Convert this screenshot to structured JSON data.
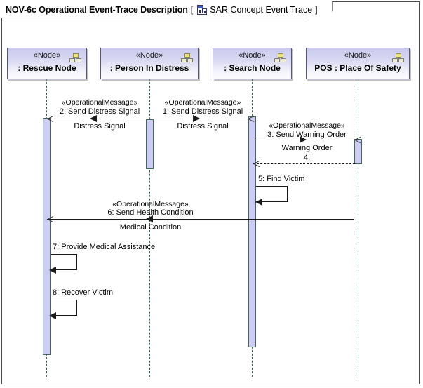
{
  "frame": {
    "title": "NOV-6c Operational Event-Trace Description",
    "bracket_open": "[",
    "bracket_close": "]",
    "subtitle": "SAR Concept Event Trace",
    "icon": "event-trace-diagram-icon"
  },
  "lifelines": [
    {
      "stereotype": "«Node»",
      "name": ": Rescue Node",
      "icon": "node-icon"
    },
    {
      "stereotype": "«Node»",
      "name": ": Person In Distress",
      "icon": "node-icon"
    },
    {
      "stereotype": "«Node»",
      "name": ": Search Node",
      "icon": "node-icon"
    },
    {
      "stereotype": "«Node»",
      "name": "POS : Place Of Safety",
      "icon": "node-icon"
    }
  ],
  "messages": [
    {
      "seq": "1",
      "stereotype": "«OperationalMessage»",
      "label": "1: Send Distress Signal",
      "signal": "Distress Signal",
      "from": "Person In Distress",
      "to": "Search Node",
      "kind": "synchronous",
      "direction": "right"
    },
    {
      "seq": "2",
      "stereotype": "«OperationalMessage»",
      "label": "2: Send Distress Signal",
      "signal": "Distress Signal",
      "from": "Person In Distress",
      "to": "Rescue Node",
      "kind": "synchronous",
      "direction": "left"
    },
    {
      "seq": "3",
      "stereotype": "«OperationalMessage»",
      "label": "3: Send Warning Order",
      "signal": "Warning Order",
      "from": "Search Node",
      "to": "POS : Place Of Safety",
      "kind": "synchronous",
      "direction": "right"
    },
    {
      "seq": "4",
      "stereotype": "",
      "label": "4:",
      "signal": "",
      "from": "POS : Place Of Safety",
      "to": "Search Node",
      "kind": "reply",
      "direction": "left"
    },
    {
      "seq": "5",
      "stereotype": "",
      "label": "5: Find Victim",
      "signal": "",
      "from": "Search Node",
      "to": "Search Node",
      "kind": "self",
      "direction": "self"
    },
    {
      "seq": "6",
      "stereotype": "«OperationalMessage»",
      "label": "6: Send Health Condition",
      "signal": "Medical Condition",
      "from": "POS : Place Of Safety",
      "to": "Rescue Node",
      "kind": "synchronous",
      "direction": "left"
    },
    {
      "seq": "7",
      "stereotype": "",
      "label": "7: Provide Medical Assistance",
      "signal": "",
      "from": "Rescue Node",
      "to": "Rescue Node",
      "kind": "self",
      "direction": "self"
    },
    {
      "seq": "8",
      "stereotype": "",
      "label": "8: Recover Victim",
      "signal": "",
      "from": "Rescue Node",
      "to": "Rescue Node",
      "kind": "self",
      "direction": "self"
    }
  ],
  "colors": {
    "activation_fill": "#ccccf5",
    "activation_border": "#3f6b55",
    "lifeline": "#2f6b4f",
    "head_border": "#555577",
    "frame_border": "#4a4a4a",
    "message": "#1a1a1a",
    "node_icon_top": "#f2e27a"
  }
}
